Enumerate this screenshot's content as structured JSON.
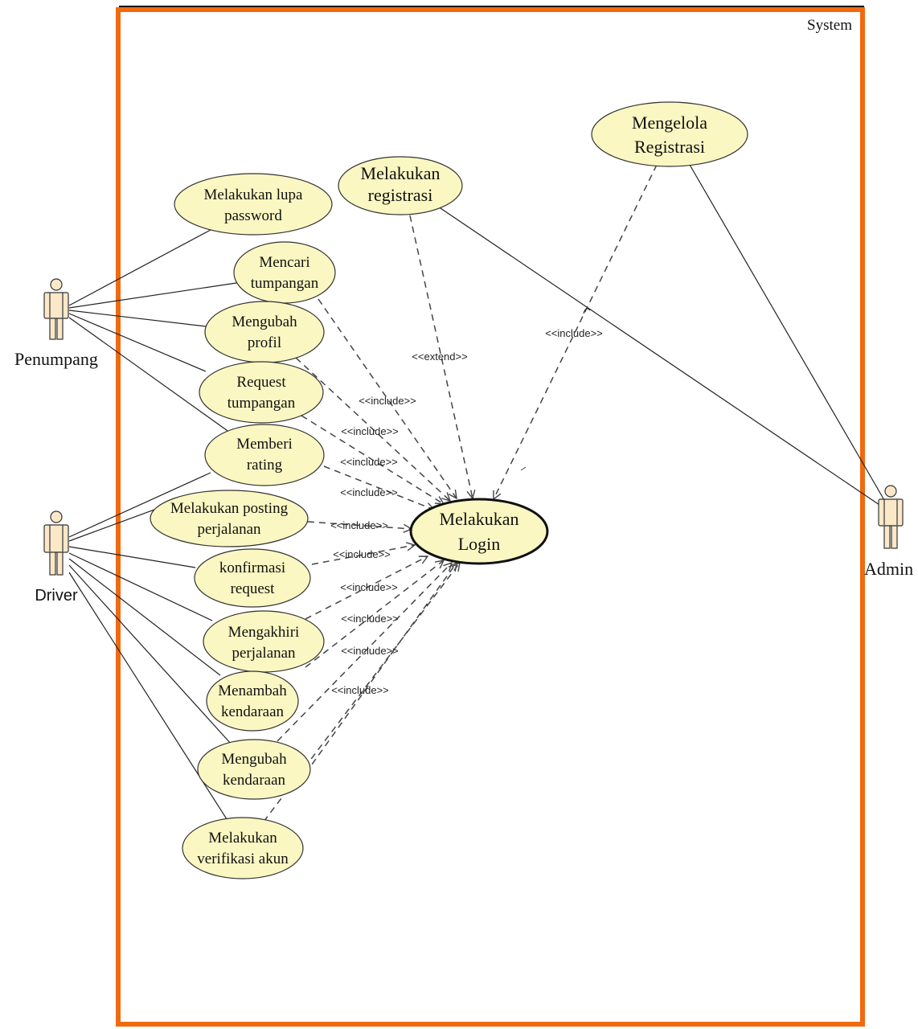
{
  "system": {
    "label": "System",
    "border_color": "#f06a0f"
  },
  "colors": {
    "usecase_fill": "#fbf7c2",
    "usecase_stroke": "#333333",
    "actor_fill": "#fbe8c8"
  },
  "actors": {
    "penumpang": "Penumpang",
    "driver": "Driver",
    "admin": "Admin"
  },
  "usecases": {
    "lupa_password": [
      "Melakukan lupa",
      "password"
    ],
    "mencari": [
      "Mencari",
      "tumpangan"
    ],
    "mengubah_profil": [
      "Mengubah",
      "profil"
    ],
    "request": [
      "Request",
      "tumpangan"
    ],
    "rating": [
      "Memberi",
      "rating"
    ],
    "posting": [
      "Melakukan posting",
      "perjalanan"
    ],
    "konfirmasi": [
      "konfirmasi",
      "request"
    ],
    "mengakhiri": [
      "Mengakhiri",
      "perjalanan"
    ],
    "menambah": [
      "Menambah",
      "kendaraan"
    ],
    "mengubah_kendaraan": [
      "Mengubah",
      "kendaraan"
    ],
    "verifikasi": [
      "Melakukan",
      "verifikasi akun"
    ],
    "registrasi": [
      "Melakukan",
      "registrasi"
    ],
    "kelola": [
      "Mengelola",
      "Registrasi"
    ],
    "login": [
      "Melakukan",
      "Login"
    ]
  },
  "stereotypes": {
    "include": "<<include>>",
    "extend": "<<extend>>"
  }
}
